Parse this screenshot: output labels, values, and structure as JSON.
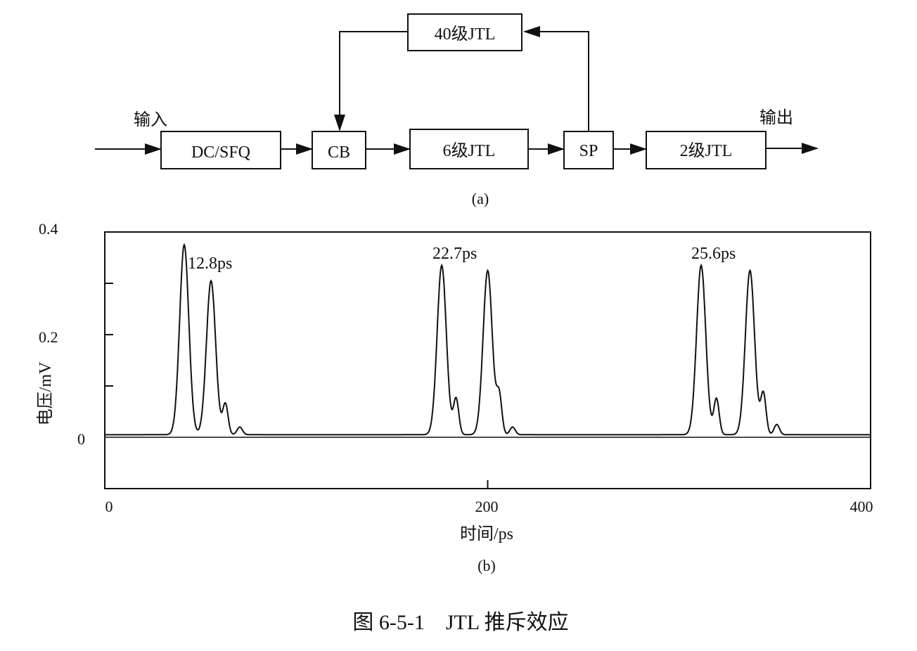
{
  "diagram": {
    "label": "(a)",
    "input_label": "输入",
    "output_label": "输出",
    "blocks": [
      {
        "id": "dcsfq",
        "label": "DC/SFQ"
      },
      {
        "id": "cb",
        "label": "CB"
      },
      {
        "id": "jtl6",
        "label": "6级JTL"
      },
      {
        "id": "sp",
        "label": "SP"
      },
      {
        "id": "jtl2",
        "label": "2级JTL"
      },
      {
        "id": "jtl40",
        "label": "40级JTL"
      }
    ]
  },
  "chart_data": {
    "type": "line",
    "label": "(b)",
    "xlabel": "时间/ps",
    "ylabel": "电压/mV",
    "xlim": [
      0,
      400
    ],
    "ylim": [
      -0.1,
      0.4
    ],
    "xticks": [
      "0",
      "200",
      "400"
    ],
    "yticks": [
      "0",
      "0.2",
      "0.4"
    ],
    "grid": false,
    "peaks": [
      {
        "x": 41.5,
        "y": 0.37
      },
      {
        "x": 55.5,
        "y": 0.3
      },
      {
        "x": 63,
        "y": 0.06
      },
      {
        "x": 70.5,
        "y": 0.015
      },
      {
        "x": 176,
        "y": 0.33
      },
      {
        "x": 183.5,
        "y": 0.07
      },
      {
        "x": 200,
        "y": 0.32
      },
      {
        "x": 206,
        "y": 0.075
      },
      {
        "x": 213,
        "y": 0.015
      },
      {
        "x": 311.5,
        "y": 0.33
      },
      {
        "x": 319.5,
        "y": 0.07
      },
      {
        "x": 337,
        "y": 0.32
      },
      {
        "x": 344,
        "y": 0.08
      },
      {
        "x": 351,
        "y": 0.02
      }
    ],
    "annotations": [
      {
        "text": "12.8ps",
        "x": 42,
        "y": 0.35
      },
      {
        "text": "22.7ps",
        "x": 172,
        "y": 0.36
      },
      {
        "text": "25.6ps",
        "x": 307,
        "y": 0.36
      }
    ]
  },
  "caption": "图 6-5-1　JTL 推斥效应"
}
